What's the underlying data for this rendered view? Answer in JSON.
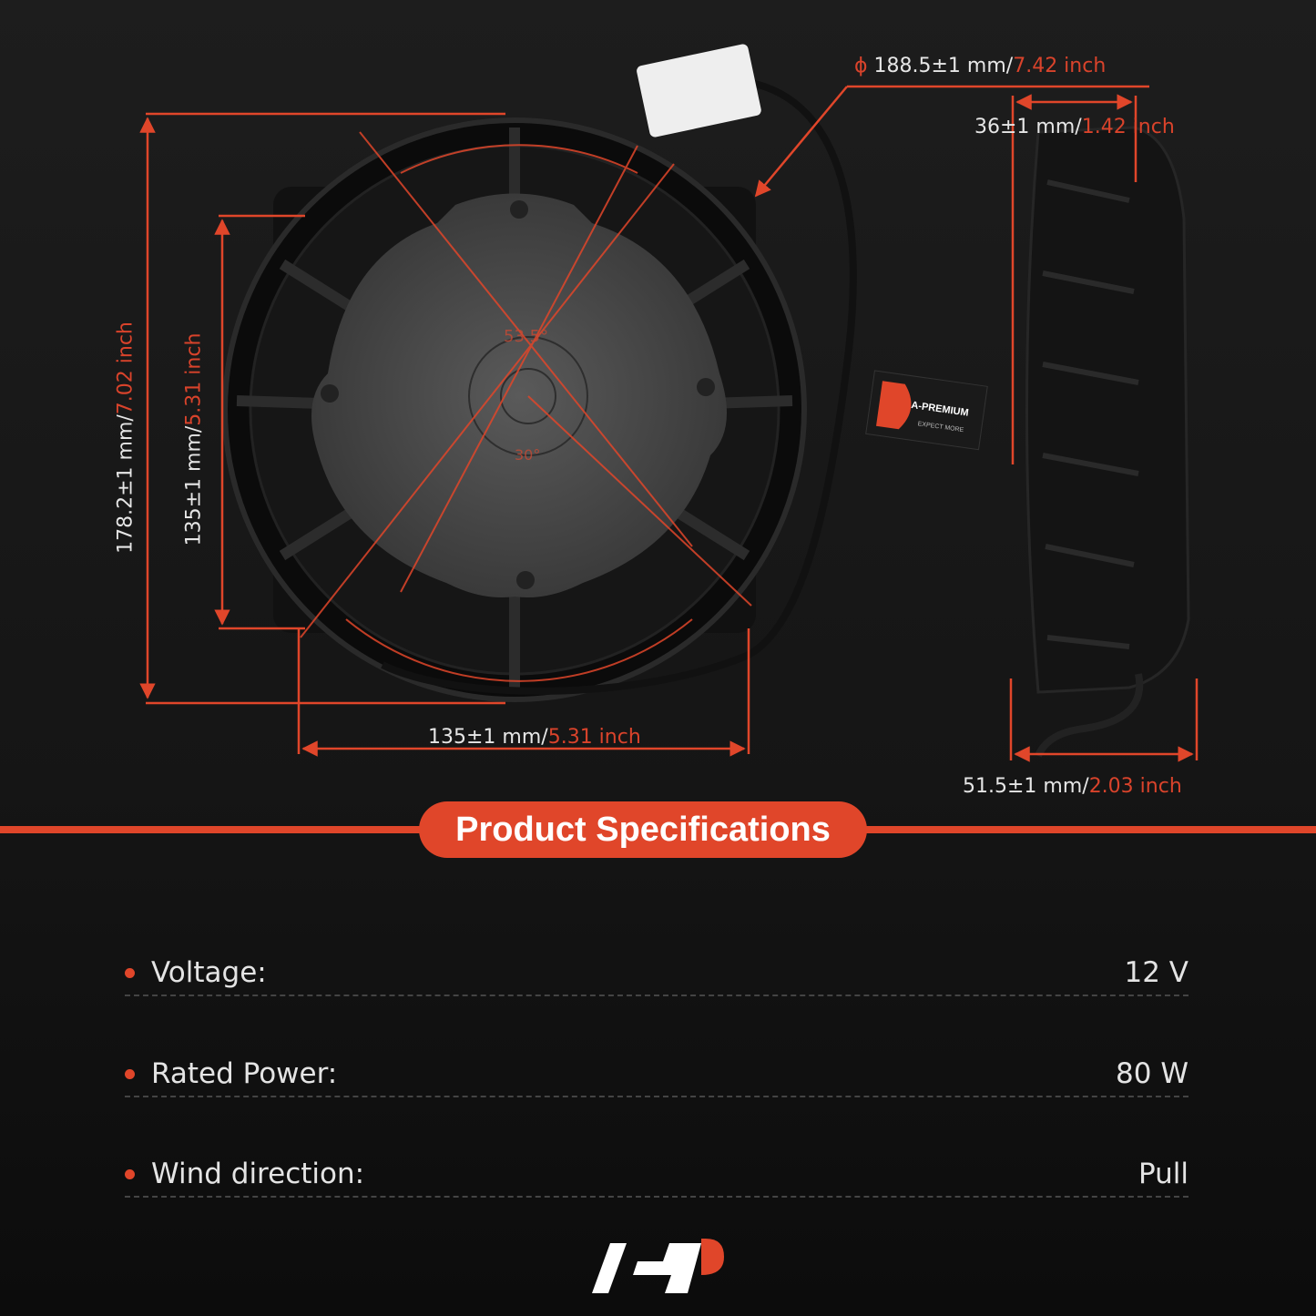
{
  "dimensions": {
    "diameter": {
      "symbol": "ϕ",
      "metric": "188.5±1 mm/",
      "imperial": "7.42 inch"
    },
    "depth_thin": {
      "metric": "36±1 mm/",
      "imperial": "1.42 inch"
    },
    "height_outer": {
      "metric": "178.2±1 mm/",
      "imperial": "7.02 inch"
    },
    "height_mount": {
      "metric": "135±1 mm/",
      "imperial": "5.31 inch"
    },
    "width_mount": {
      "metric": "135±1  mm/",
      "imperial": "5.31 inch"
    },
    "depth_total": {
      "metric": "51.5±1 mm/",
      "imperial": "2.03 inch"
    },
    "angle_top": "53.5°",
    "angle_bottom": "30°"
  },
  "tag_brand": "A-PREMIUM",
  "tag_slogan": "EXPECT MORE",
  "banner": {
    "title": "Product Specifications"
  },
  "specs": [
    {
      "label": "Voltage:",
      "value": "12 V"
    },
    {
      "label": "Rated Power:",
      "value": "80 W"
    },
    {
      "label": "Wind direction:",
      "value": "Pull"
    }
  ],
  "colors": {
    "accent": "#e0462a",
    "background": "#151515"
  }
}
